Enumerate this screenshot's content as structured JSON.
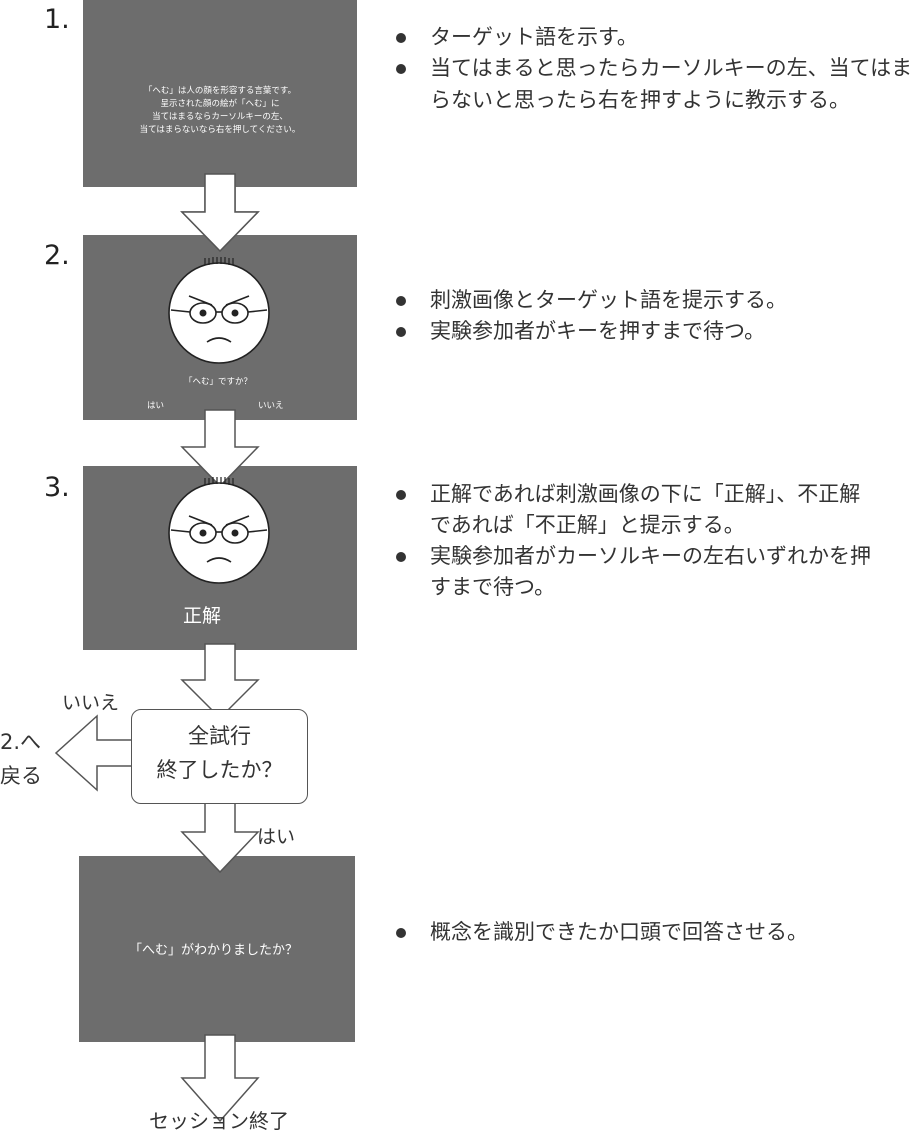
{
  "steps": [
    {
      "number": "1.",
      "screen_text": "「へむ」は人の顔を形容する言葉です。\n呈示された顔の絵が「へむ」に\n当てはまるならカーソルキーの左、\n当てはまらないなら右を押してください。",
      "bullets": [
        "ターゲット語を示す。",
        "当てはまると思ったらカーソルキーの左、当てはま",
        "らないと思ったら右を押すように教示する。"
      ]
    },
    {
      "number": "2.",
      "question": "「へむ」ですか？",
      "yes_label": "はい",
      "no_label": "いいえ",
      "bullets": [
        "刺激画像とターゲット語を提示する。",
        "実験参加者がキーを押すまで待つ。"
      ]
    },
    {
      "number": "3.",
      "feedback": "正解",
      "bullets": [
        "正解であれば刺激画像の下に「正解」、不正解",
        "であれば「不正解」と提示する。",
        "実験参加者がカーソルキーの左右いずれかを押",
        "すまで待つ。"
      ]
    }
  ],
  "decision": {
    "line1": "全試行",
    "line2": "終了したか？",
    "no_label": "いいえ",
    "yes_label": "はい",
    "return_line1": "2.へ",
    "return_line2": "戻る"
  },
  "final_screen": {
    "text": "「へむ」がわかりましたか？",
    "bullets": [
      "概念を識別できたか口頭で回答させる。"
    ]
  },
  "end_label": "セッション終了",
  "colors": {
    "screen": "#6d6d6d",
    "text": "#333333",
    "outline": "#555555"
  }
}
